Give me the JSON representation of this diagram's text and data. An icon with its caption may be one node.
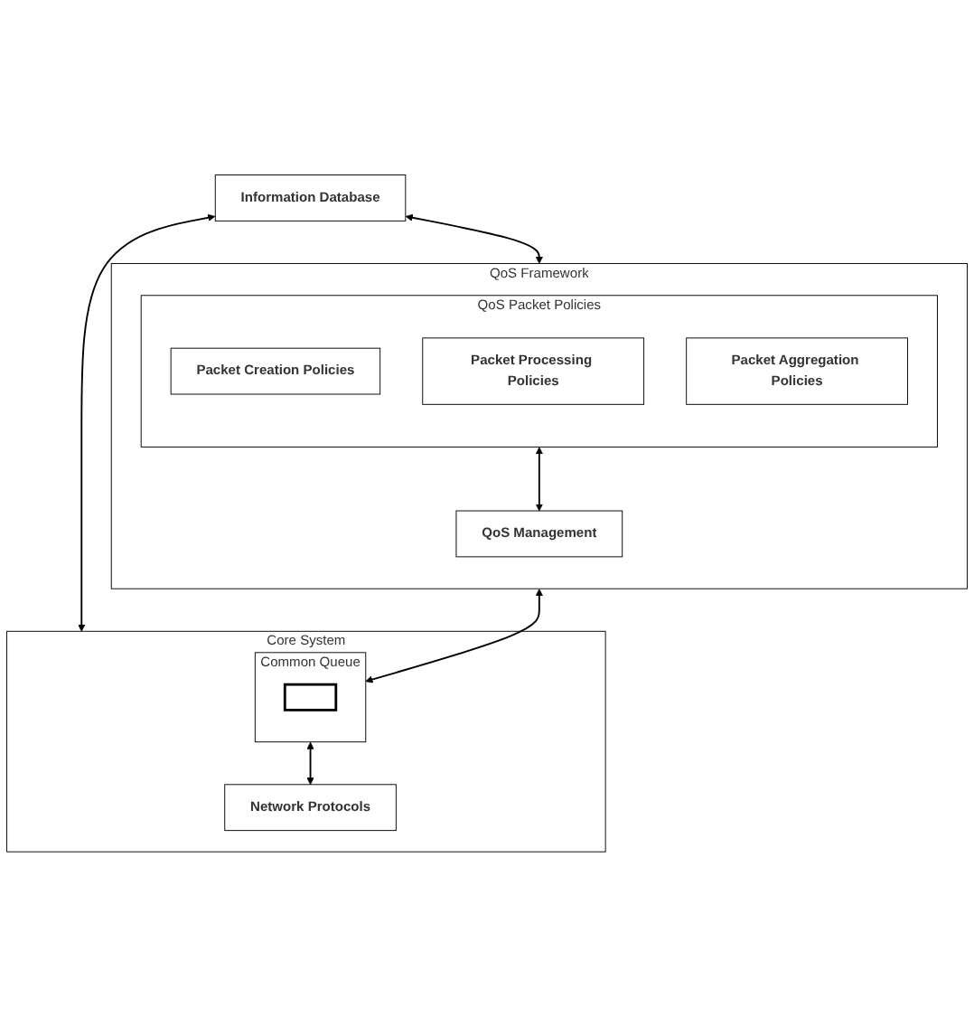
{
  "diagram": {
    "nodes": [
      {
        "text": [
          "Information Database"
        ]
      },
      {
        "text": [
          "QoS Framework"
        ]
      },
      {
        "text": [
          "QoS Packet Policies"
        ],
        "in": 1
      },
      {
        "text": [
          "Packet Creation Policies"
        ],
        "in": 2
      },
      {
        "text": [
          "Packet Processing Policies"
        ],
        "in": 2
      },
      {
        "text": [
          "Packet Aggregation Policies"
        ],
        "in": 2
      },
      {
        "text": [
          "QoS Management"
        ],
        "in": 1
      },
      {
        "text": [
          "Core System"
        ]
      },
      {
        "text": [
          "Common Queue"
        ],
        "in": 7
      },
      {
        "text": [],
        "shape": "bar",
        "in": 8
      },
      {
        "text": [
          "Network Protocols"
        ],
        "in": 7
      }
    ],
    "edges": [
      {
        "from": 0,
        "to": 1,
        "arrow": "both"
      },
      {
        "from": 0,
        "to": 7,
        "arrow": "both"
      },
      {
        "from": 1,
        "to": 8,
        "arrow": "both"
      },
      {
        "from": 2,
        "to": 6,
        "arrow": "both"
      },
      {
        "from": 8,
        "to": 10,
        "arrow": "both"
      }
    ]
  }
}
